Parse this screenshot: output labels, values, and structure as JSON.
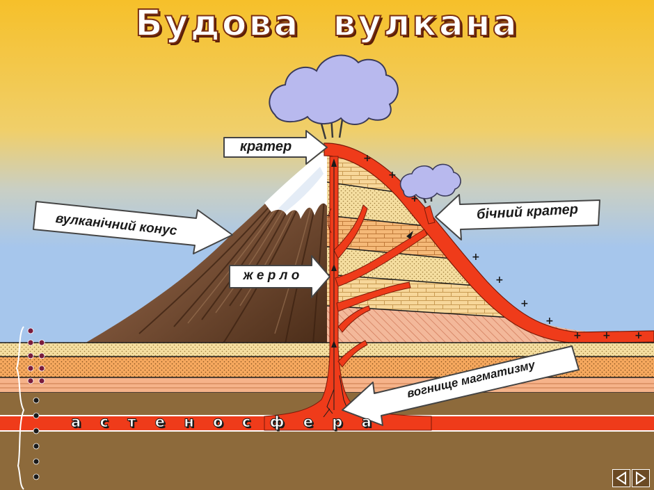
{
  "title": "Будова вулкана",
  "labels": {
    "crater": "кратер",
    "cone": "вулканічний конус",
    "side_crater": "бічний кратер",
    "vent": "ж е р л о",
    "chamber": "вогнище магматизму",
    "asthenosphere": "а с т е н о с ф е р а"
  },
  "nav": {
    "prev_icon": "prev-triangle-icon",
    "next_icon": "next-triangle-icon"
  },
  "colors": {
    "sky_top": "#f6c22c",
    "sky_bottom": "#a7c8ec",
    "magma": "#ef3b1a",
    "crust_sand": "#f4dd9e",
    "crust_orange": "#f7b06a",
    "mantle": "#8d6a3b",
    "cloud": "#b8b9ee"
  }
}
